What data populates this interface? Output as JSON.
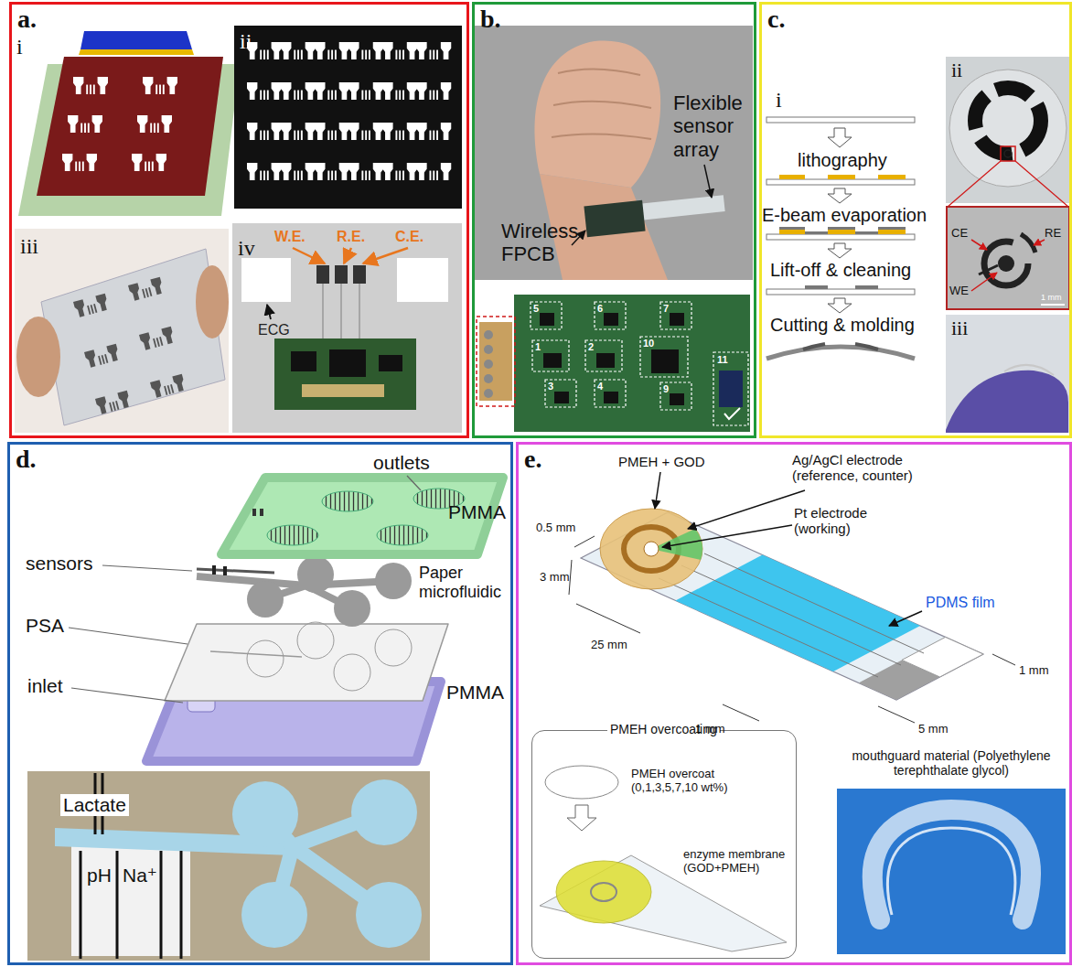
{
  "diagram": {
    "nodes": [
      {
        "text": [
          "a."
        ]
      },
      {
        "text": [
          "b."
        ]
      },
      {
        "text": [
          "c."
        ]
      },
      {
        "text": [
          "d."
        ]
      },
      {
        "text": [
          "e."
        ]
      },
      {
        "text": [
          "PMEH overcoating",
          "PMEH overcoat (0,1,3,5,7,10 wt%)",
          "enzyme membrane (GOD+PMEH)"
        ],
        "in": 4
      }
    ],
    "labels": [
      "i",
      "ii",
      "iii",
      "iv",
      "W.E.",
      "R.E.",
      "C.E.",
      "ECG",
      "Flexible sensor array",
      "Wireless FPCB",
      "5",
      "6",
      "7",
      "1",
      "2",
      "10",
      "3",
      "4",
      "9",
      "11",
      "i",
      "lithography",
      "E-beam evaporation",
      "Lift-off & cleaning",
      "Cutting & molding",
      "ii",
      "CE",
      "RE",
      "WE",
      "1 mm",
      "iii",
      "outlets",
      "PMMA",
      "sensors",
      "Paper microfluidic",
      "PSA",
      "inlet",
      "PMMA",
      "Lactate",
      "pH",
      "Na⁺",
      "PMEH + GOD",
      "Ag/AgCl electrode (reference, counter)",
      "Pt electrode (working)",
      "0.5 mm",
      "3 mm",
      "25 mm",
      "PDMS film",
      "1 mm",
      "1 mm",
      "5 mm",
      "mouthguard material (Polyethylene terephthalate glycol)"
    ]
  }
}
